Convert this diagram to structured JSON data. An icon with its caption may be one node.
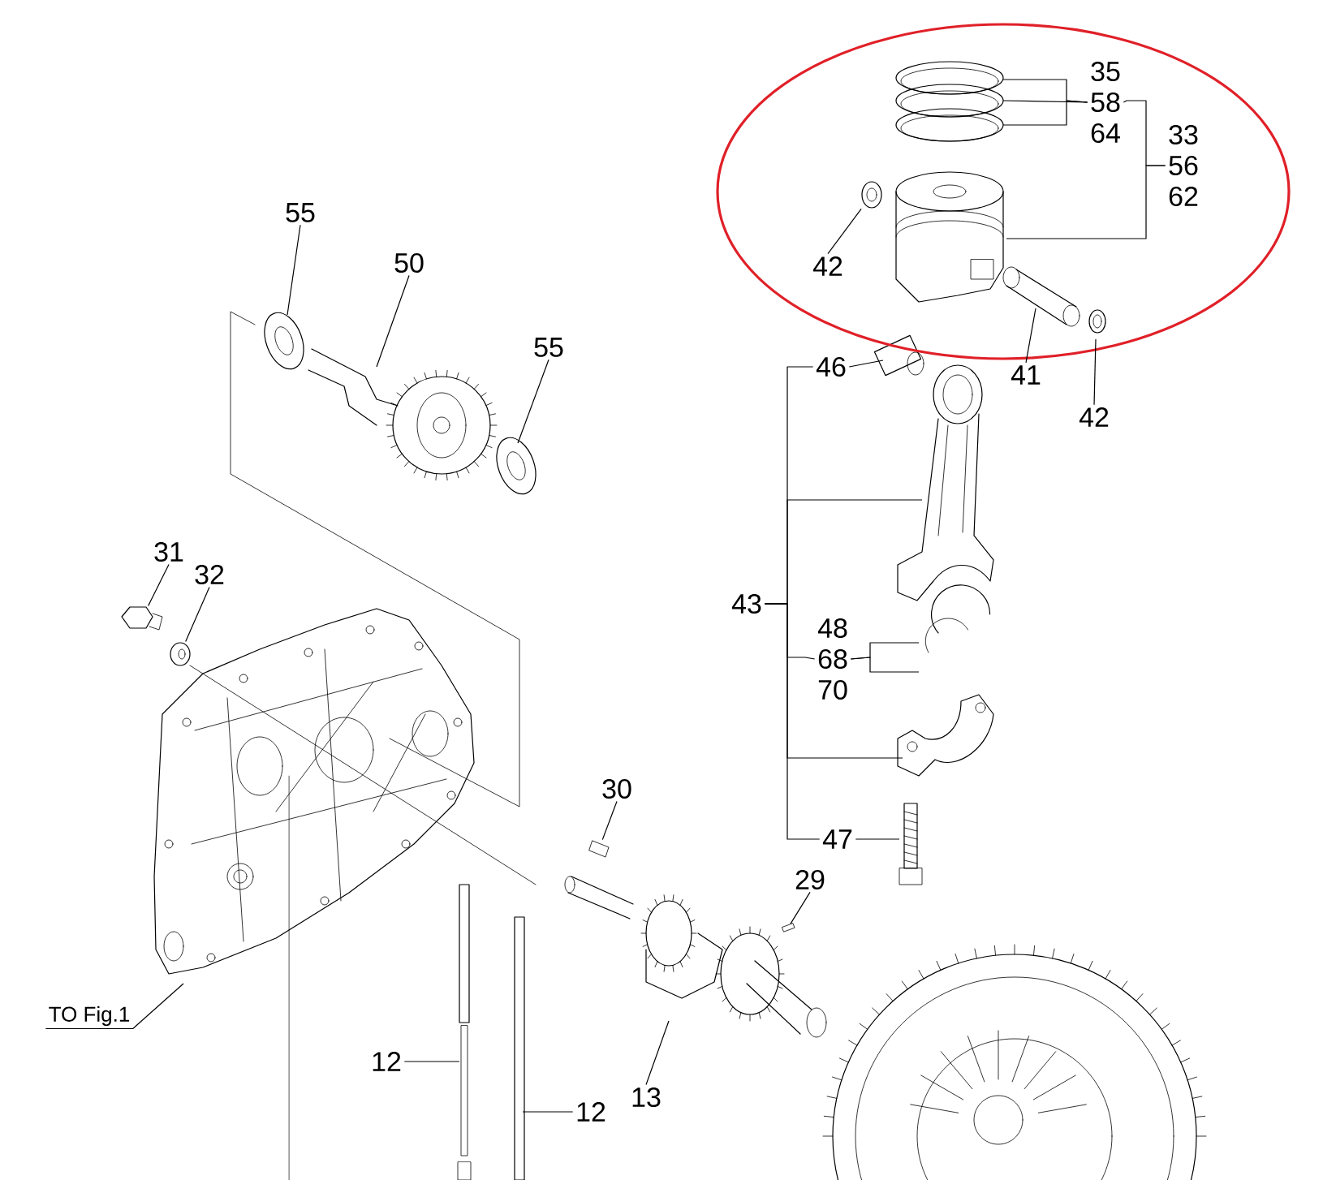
{
  "diagram": {
    "nodes": [
      {
        "text": [
          "35",
          "58",
          "64"
        ]
      },
      {
        "text": [
          "33",
          "56",
          "62"
        ]
      },
      {
        "text": [
          "42"
        ]
      },
      {
        "text": [
          "41"
        ]
      },
      {
        "text": [
          "42"
        ]
      },
      {
        "text": [
          "46"
        ]
      },
      {
        "text": [
          "43"
        ]
      },
      {
        "text": [
          "48",
          "68",
          "70"
        ]
      },
      {
        "text": [
          "47"
        ]
      },
      {
        "text": [
          "55"
        ]
      },
      {
        "text": [
          "50"
        ]
      },
      {
        "text": [
          "55"
        ]
      },
      {
        "text": [
          "31"
        ]
      },
      {
        "text": [
          "32"
        ]
      },
      {
        "text": [
          "30"
        ]
      },
      {
        "text": [
          "29"
        ]
      },
      {
        "text": [
          "TO Fig.1"
        ]
      },
      {
        "text": [
          "13"
        ]
      },
      {
        "text": [
          "12"
        ]
      },
      {
        "text": [
          "12"
        ]
      },
      {
        "text": [],
        "shape": "picture"
      },
      {
        "text": [],
        "shape": "picture"
      },
      {
        "text": [],
        "shape": "picture"
      },
      {
        "text": [],
        "shape": "picture"
      },
      {
        "text": [],
        "shape": "box"
      }
    ],
    "edges": [
      {
        "from": 0,
        "to": null,
        "arrow": "none"
      },
      {
        "from": 0,
        "to": null,
        "arrow": "none"
      },
      {
        "from": 0,
        "to": null,
        "arrow": "none"
      },
      {
        "from": 1,
        "to": 0,
        "arrow": "none"
      },
      {
        "from": 1,
        "to": null,
        "arrow": "none"
      },
      {
        "from": 2,
        "to": 20,
        "arrow": "none"
      },
      {
        "from": 3,
        "to": null,
        "arrow": "none"
      },
      {
        "from": 4,
        "to": null,
        "arrow": "none"
      },
      {
        "from": 5,
        "to": null,
        "arrow": "none"
      },
      {
        "from": 6,
        "to": 5,
        "arrow": "none"
      },
      {
        "from": 6,
        "to": null,
        "arrow": "none"
      },
      {
        "from": 6,
        "to": 7,
        "arrow": "none"
      },
      {
        "from": 6,
        "to": null,
        "arrow": "none"
      },
      {
        "from": 6,
        "to": 8,
        "arrow": "none"
      },
      {
        "from": 7,
        "to": null,
        "arrow": "none"
      },
      {
        "from": 7,
        "to": null,
        "arrow": "none"
      },
      {
        "from": 8,
        "to": null,
        "arrow": "none"
      },
      {
        "from": 9,
        "to": null,
        "arrow": "none"
      },
      {
        "from": 10,
        "to": null,
        "arrow": "none"
      },
      {
        "from": 11,
        "to": null,
        "arrow": "none"
      },
      {
        "from": 12,
        "to": 21,
        "arrow": "none"
      },
      {
        "from": 13,
        "to": 22,
        "arrow": "none"
      },
      {
        "from": 14,
        "to": 23,
        "arrow": "none"
      },
      {
        "from": 15,
        "to": 24,
        "arrow": "none"
      },
      {
        "from": 16,
        "to": null,
        "arrow": "none"
      },
      {
        "from": 17,
        "to": null,
        "arrow": "none"
      },
      {
        "from": 18,
        "to": null,
        "arrow": "none"
      },
      {
        "from": 19,
        "to": null,
        "arrow": "none"
      }
    ]
  }
}
